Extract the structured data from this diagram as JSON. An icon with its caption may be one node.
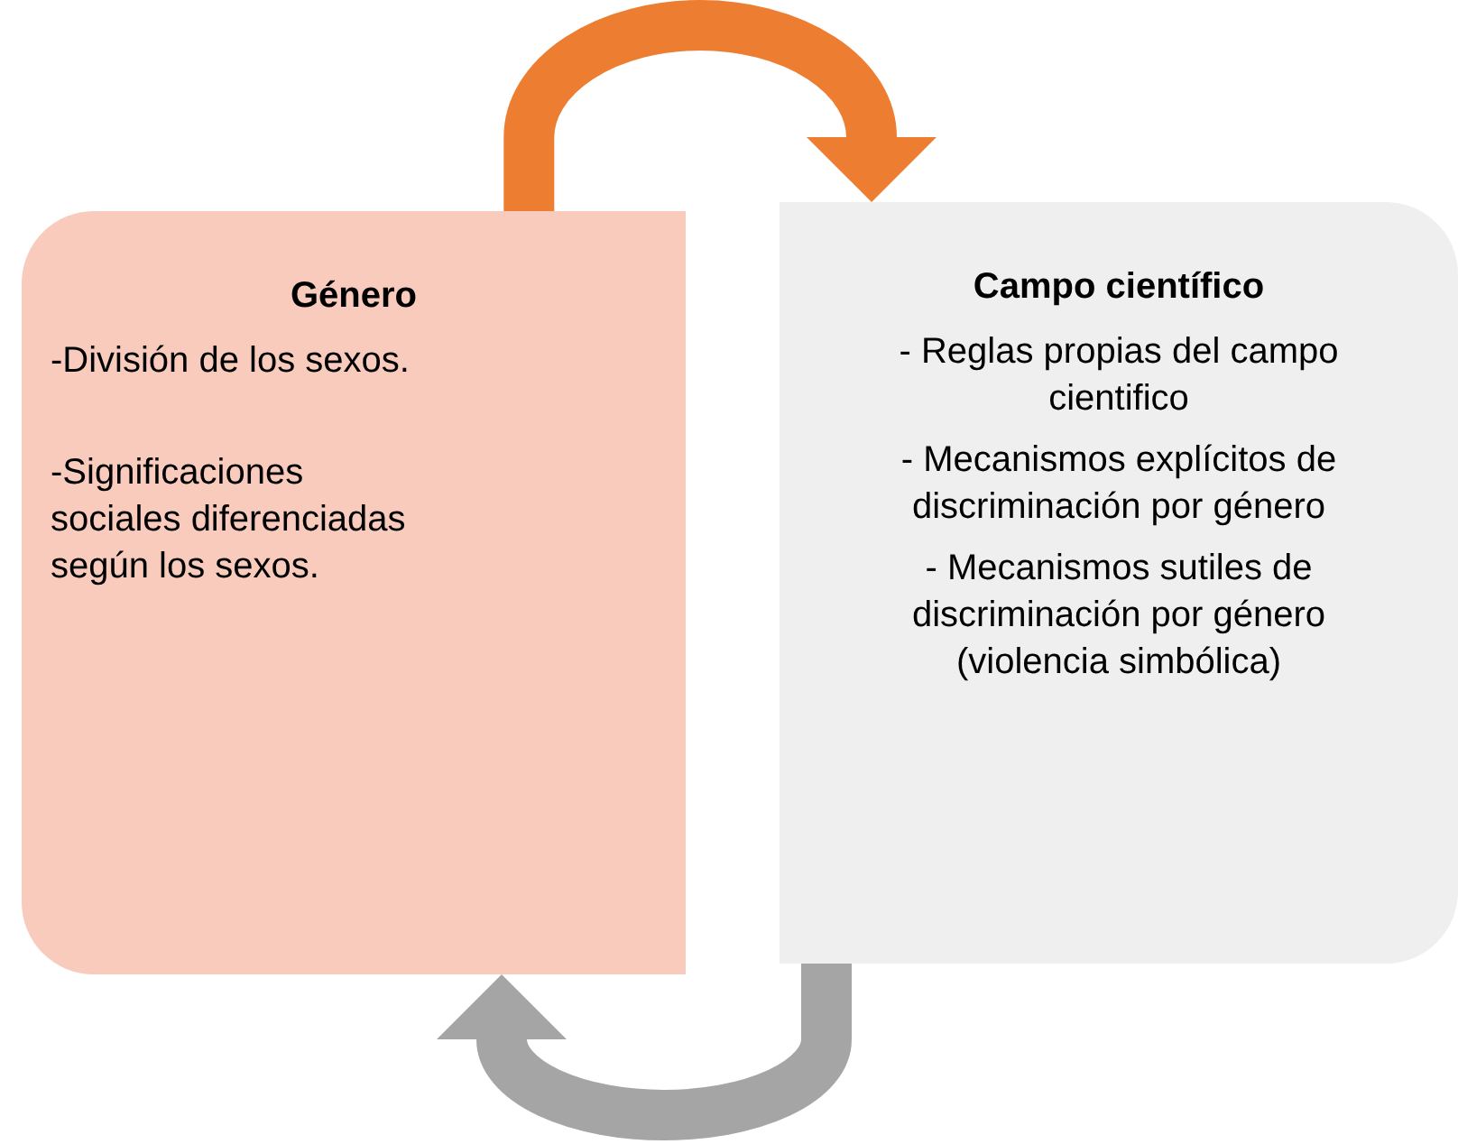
{
  "diagram": {
    "nodes": [
      {
        "text": [
          "Género",
          "-División de los sexos.",
          "-Significaciones sociales diferenciadas según los sexos."
        ]
      },
      {
        "text": [
          "Campo científico",
          "- Reglas propias del campo cientifico",
          "- Mecanismos explícitos  de discriminación por género",
          "- Mecanismos  sutiles de discriminación por género (violencia simbólica)"
        ]
      }
    ],
    "edges": [
      {
        "from": 0,
        "to": 1,
        "arrow": "to",
        "color": "#ed7d31"
      },
      {
        "from": 1,
        "to": 0,
        "arrow": "to",
        "color": "#a5a5a5"
      }
    ]
  }
}
